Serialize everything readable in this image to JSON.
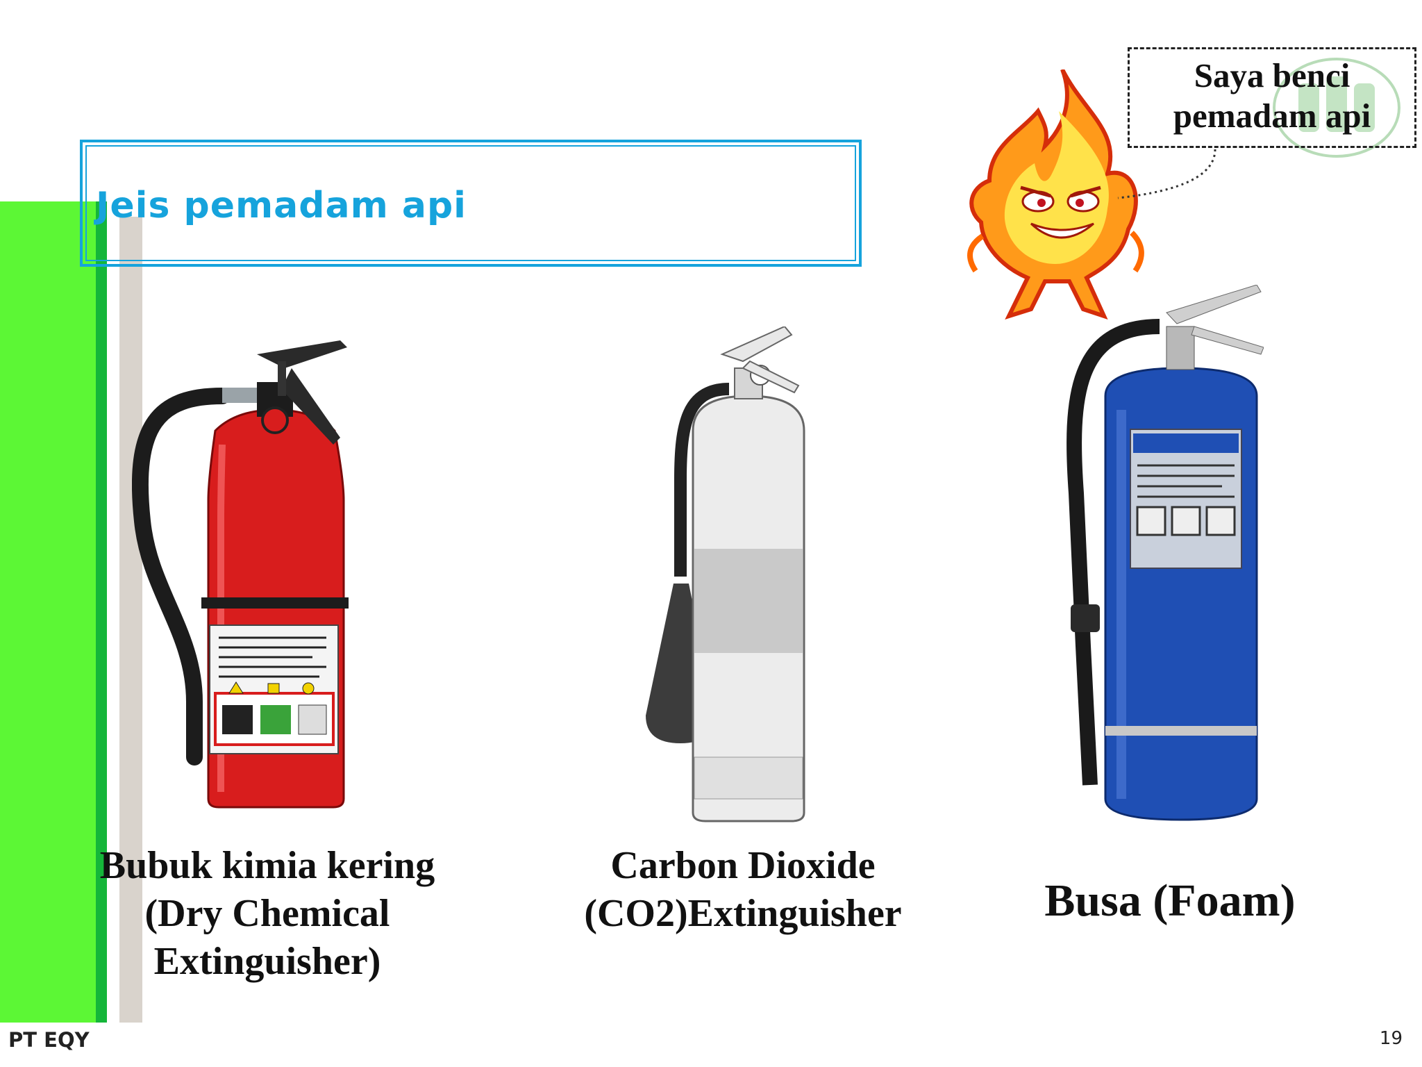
{
  "slide": {
    "title": "Jeis pemadam api",
    "captions": {
      "dry_chemical": [
        "Bubuk kimia kering",
        "(Dry Chemical",
        "Extinguisher)"
      ],
      "co2": [
        "Carbon Dioxide",
        "(CO2)Extinguisher"
      ],
      "foam": "Busa (Foam)"
    },
    "speech_bubble": [
      "Saya benci",
      "pemadam api"
    ],
    "footer": {
      "company": "PT EQY",
      "page_number": "19"
    }
  },
  "icons": [
    "dry-chemical-extinguisher-icon",
    "co2-extinguisher-icon",
    "foam-extinguisher-icon",
    "fire-mascot-icon",
    "watermark-logo-icon"
  ],
  "colors": {
    "accent_green": "#5cf735",
    "dark_green": "#15b63a",
    "title_blue": "#16a3dc",
    "extinguisher_red": "#d81d1d",
    "extinguisher_blue": "#1f4fb4"
  }
}
